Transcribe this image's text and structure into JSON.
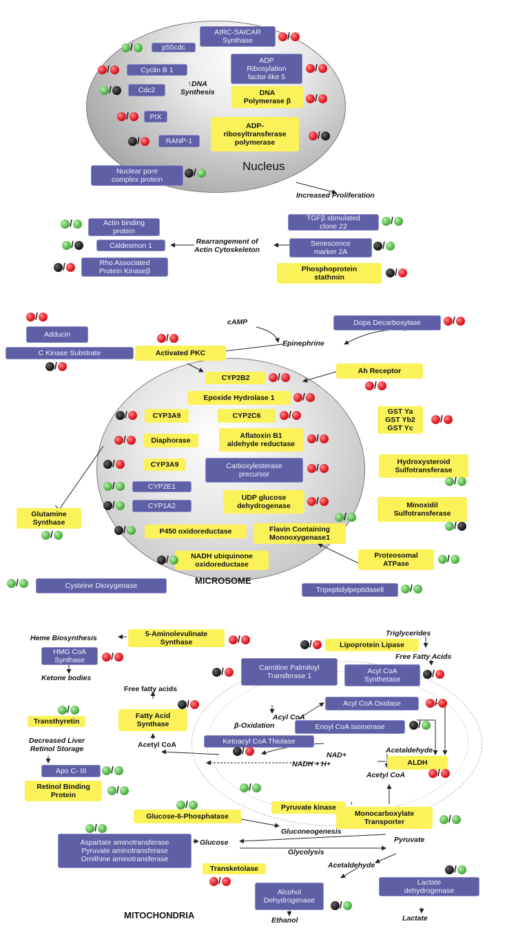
{
  "colors": {
    "red": "#e01a24",
    "green": "#56b84a",
    "black": "#1a1a1a",
    "purple": "#5f5fa6",
    "yellow": "#fbf25a"
  },
  "titles": {
    "nucleus": "Nucleus",
    "microsome": "MICROSOME",
    "mitochondria": "MITOCHONDRIA"
  },
  "boxes": [
    {
      "id": "aicar",
      "text": "AIRC-SAICAR\nSynthase",
      "style": "purple",
      "dots": [
        "red",
        "red"
      ]
    },
    {
      "id": "p55cdc",
      "text": "p55cdc",
      "style": "purple",
      "dots": [
        "green",
        "green"
      ]
    },
    {
      "id": "adprf",
      "text": "ADP\nRibosylation\nfactor-like 5",
      "style": "purple",
      "dots": [
        "red",
        "red"
      ]
    },
    {
      "id": "cyclinb1",
      "text": "Cyclin B 1",
      "style": "purple",
      "dots": [
        "red",
        "red"
      ]
    },
    {
      "id": "cdc2",
      "text": "Cdc2",
      "style": "purple",
      "dots": [
        "green",
        "black"
      ]
    },
    {
      "id": "dnapol",
      "text": "DNA\nPolymerase β",
      "style": "yellow",
      "dots": [
        "red",
        "red"
      ]
    },
    {
      "id": "pix",
      "text": "PIX",
      "style": "purple",
      "dots": [
        "red",
        "red"
      ]
    },
    {
      "id": "adprt",
      "text": "ADP-\nribosyltransferase\npolymerase",
      "style": "yellow",
      "dots": [
        "red",
        "black"
      ]
    },
    {
      "id": "ranp1",
      "text": "RANP-1",
      "style": "purple",
      "dots": [
        "black",
        "red"
      ]
    },
    {
      "id": "npcp",
      "text": "Nuclear pore\ncomplex protein",
      "style": "purple",
      "dots": [
        "black",
        "green"
      ]
    },
    {
      "id": "actinbp",
      "text": "Actin binding\nprotein",
      "style": "purple",
      "dots": [
        "green",
        "green"
      ]
    },
    {
      "id": "tgf",
      "text": "TGFβ stimulated\nclone 22",
      "style": "purple",
      "dots": [
        "green",
        "green"
      ]
    },
    {
      "id": "caldesmon",
      "text": "Caldesmon 1",
      "style": "purple",
      "dots": [
        "green",
        "black"
      ]
    },
    {
      "id": "senescence",
      "text": "Senescence\nmarker 2A",
      "style": "purple",
      "dots": [
        "black",
        "green"
      ]
    },
    {
      "id": "rhoak",
      "text": "Rho Associated\nProtein Kinaseβ",
      "style": "purple",
      "dots": [
        "black",
        "red"
      ]
    },
    {
      "id": "stathmin",
      "text": "Phosphoprotein\nstathmin",
      "style": "yellow",
      "dots": [
        "black",
        "red"
      ]
    },
    {
      "id": "adducin",
      "text": "Adducin",
      "style": "purple",
      "dots": [
        "red",
        "red"
      ]
    },
    {
      "id": "dopa",
      "text": "Dopa Decarboxylase",
      "style": "purple",
      "dots": [
        "red",
        "red"
      ]
    },
    {
      "id": "cks",
      "text": "C Kinase Substrate",
      "style": "purple",
      "dots": [
        "black",
        "red"
      ]
    },
    {
      "id": "apkc",
      "text": "Activated PKC",
      "style": "yellow",
      "dots": [
        "red",
        "red"
      ]
    },
    {
      "id": "ahr",
      "text": "Ah Receptor",
      "style": "yellow",
      "dots": [
        "red",
        "red"
      ]
    },
    {
      "id": "cyp2b2",
      "text": "CYP2B2",
      "style": "yellow",
      "dots": [
        "red",
        "red"
      ]
    },
    {
      "id": "eh1",
      "text": "Epoxide Hydrolase 1",
      "style": "yellow",
      "dots": [
        "red",
        "red"
      ]
    },
    {
      "id": "cyp3a9a",
      "text": "CYP3A9",
      "style": "yellow",
      "dots": [
        "black",
        "red"
      ]
    },
    {
      "id": "cyp2c6",
      "text": "CYP2C6",
      "style": "yellow",
      "dots": [
        "red",
        "red"
      ]
    },
    {
      "id": "gst",
      "text": "GST Ya\nGST Yb2\nGST Yc",
      "style": "yellow",
      "dots": [
        "red",
        "red"
      ]
    },
    {
      "id": "diaphorase",
      "text": "Diaphorase",
      "style": "yellow",
      "dots": [
        "red",
        "red"
      ]
    },
    {
      "id": "afb1",
      "text": "Aflatoxin B1\naldehyde reductase",
      "style": "yellow",
      "dots": [
        "red",
        "red"
      ]
    },
    {
      "id": "cyp3a9b",
      "text": "CYP3A9",
      "style": "yellow",
      "dots": [
        "black",
        "red"
      ]
    },
    {
      "id": "carboxyl",
      "text": "Carboxylesterase\nprecursor",
      "style": "purple",
      "dots": [
        "red",
        "red"
      ]
    },
    {
      "id": "hsst",
      "text": "Hydroxysteroid\nSulfotransferase",
      "style": "yellow",
      "dots": [
        "green",
        "green"
      ]
    },
    {
      "id": "cyp2e1",
      "text": "CYP2E1",
      "style": "purple",
      "dots": [
        "green",
        "green"
      ]
    },
    {
      "id": "udpgd",
      "text": "UDP glucose\ndehydrogenase",
      "style": "yellow",
      "dots": [
        "red",
        "red"
      ]
    },
    {
      "id": "cyp1a2",
      "text": "CYP1A2",
      "style": "purple",
      "dots": [
        "black",
        "green"
      ]
    },
    {
      "id": "glns",
      "text": "Glutamine\nSynthase",
      "style": "yellow",
      "dots": [
        "green",
        "green"
      ]
    },
    {
      "id": "minox",
      "text": "Minoxidil\nSulfotransferase",
      "style": "yellow",
      "dots": [
        "green",
        "black"
      ]
    },
    {
      "id": "p450",
      "text": "P450 oxidoreductase",
      "style": "yellow",
      "dots": [
        "black",
        "green"
      ]
    },
    {
      "id": "fmo1",
      "text": "Flavin Containing\nMonooxygenase1",
      "style": "yellow",
      "dots": [
        "green",
        "green"
      ]
    },
    {
      "id": "nadhub",
      "text": "NADH ubiquinone\noxidoreductase",
      "style": "yellow",
      "dots": [
        "black",
        "green"
      ]
    },
    {
      "id": "proteo",
      "text": "Proteosomal\nATPase",
      "style": "yellow",
      "dots": [
        "green",
        "green"
      ]
    },
    {
      "id": "cysdiox",
      "text": "Cysteine Dioxygenase",
      "style": "purple",
      "dots": [
        "green",
        "green"
      ]
    },
    {
      "id": "tripep",
      "text": "Tripeptidylpeptidasell",
      "style": "purple",
      "dots": [
        "green",
        "green"
      ]
    },
    {
      "id": "ala",
      "text": "5-Aminolevulinate\nSynthase",
      "style": "yellow",
      "dots": [
        "red",
        "red"
      ]
    },
    {
      "id": "hmgcoa",
      "text": "HMG CoA\nSynthase",
      "style": "purple",
      "dots": [
        "red",
        "red"
      ]
    },
    {
      "id": "lpl",
      "text": "Lipoprotein Lipase",
      "style": "yellow",
      "dots": [
        "black",
        "red"
      ]
    },
    {
      "id": "cpt1",
      "text": "Carnitine Palmitoyl\nTransferase 1",
      "style": "purple",
      "dots": [
        "black",
        "red"
      ]
    },
    {
      "id": "acs",
      "text": "Acyl CoA\nSynthetase",
      "style": "purple",
      "dots": [
        "black",
        "red"
      ]
    },
    {
      "id": "fas",
      "text": "Fatty Acid\nSynthase",
      "style": "yellow",
      "dots": [
        "black",
        "red"
      ]
    },
    {
      "id": "ttr",
      "text": "Transthyretin",
      "style": "yellow",
      "dots": [
        "green",
        "green"
      ]
    },
    {
      "id": "aco",
      "text": "Acyl CoA Oxidase",
      "style": "purple",
      "dots": [
        "red",
        "red"
      ]
    },
    {
      "id": "enoyl",
      "text": "Enoyl CoA Isomerase",
      "style": "purple",
      "dots": [
        "black",
        "green"
      ]
    },
    {
      "id": "ketoacyl",
      "text": "Ketoacyl CoA Thiolase",
      "style": "purple",
      "dots": [
        "black",
        "red"
      ]
    },
    {
      "id": "aldh",
      "text": "ALDH",
      "style": "yellow",
      "dots": [
        "red",
        "red"
      ]
    },
    {
      "id": "apoc3",
      "text": "Apo C- III",
      "style": "purple",
      "dots": [
        "green",
        "green"
      ]
    },
    {
      "id": "rbp",
      "text": "Retinol Binding\nProtein",
      "style": "yellow",
      "dots": [
        "green",
        "green"
      ]
    },
    {
      "id": "pk",
      "text": "Pyruvate kinase",
      "style": "yellow",
      "dots": [
        "green",
        "green"
      ]
    },
    {
      "id": "g6p",
      "text": "Glucose-6-Phosphatase",
      "style": "yellow",
      "dots": [
        "green",
        "green"
      ]
    },
    {
      "id": "mct",
      "text": "Monocarboxylate\nTransporter",
      "style": "yellow",
      "dots": [
        "green",
        "green"
      ]
    },
    {
      "id": "amino",
      "text": "Aspartate aminotransferase\nPyruvate aminotransferase\nOrnithine aminotransferase",
      "style": "purple",
      "dots": [
        "green",
        "green"
      ]
    },
    {
      "id": "tk",
      "text": "Transketolase",
      "style": "yellow",
      "dots": [
        "red",
        "red"
      ]
    },
    {
      "id": "ldh",
      "text": "Lactate\ndehydrogenase",
      "style": "purple",
      "dots": [
        "black",
        "green"
      ]
    },
    {
      "id": "adh",
      "text": "Alcohol\nDehydrogenase",
      "style": "purple",
      "dots": [
        "black",
        "green"
      ]
    }
  ],
  "labels": [
    {
      "id": "dnasynth",
      "text": "↑DNA\nSynthesis"
    },
    {
      "id": "prolif",
      "text": "Increased Proliferation"
    },
    {
      "id": "actinrearr",
      "text": "Rearrangement of\nActin Cytoskeleton"
    },
    {
      "id": "camp",
      "text": "cAMP"
    },
    {
      "id": "epi",
      "text": "Epinephrine"
    },
    {
      "id": "hemebio",
      "text": "Heme Biosynthesis"
    },
    {
      "id": "trig",
      "text": "Triglycerides"
    },
    {
      "id": "ffa1",
      "text": "Free Fatty Acids"
    },
    {
      "id": "ketone",
      "text": "Ketone bodies"
    },
    {
      "id": "ffa2",
      "text": "Free fatty acids"
    },
    {
      "id": "acylcoa",
      "text": "Acyl CoA"
    },
    {
      "id": "betaox",
      "text": "β-Oxidation"
    },
    {
      "id": "acetylcoa1",
      "text": "Acetyl CoA"
    },
    {
      "id": "decliver",
      "text": "Decreased Liver\nRetinol Storage"
    },
    {
      "id": "acetaldehyde1",
      "text": "Acetaldehyde"
    },
    {
      "id": "nadplus",
      "text": "NAD+"
    },
    {
      "id": "nadh",
      "text": "NADH + H+"
    },
    {
      "id": "acetylcoa2",
      "text": "Acetyl CoA"
    },
    {
      "id": "gluconeo",
      "text": "Gluconeogenesis"
    },
    {
      "id": "glucose",
      "text": "Glucose"
    },
    {
      "id": "pyruvate",
      "text": "Pyruvate"
    },
    {
      "id": "glycolysis",
      "text": "Glycolysis"
    },
    {
      "id": "acetaldehyde2",
      "text": "Acetaldehyde"
    },
    {
      "id": "ethanol",
      "text": "Ethanol"
    },
    {
      "id": "lactate",
      "text": "Lactate"
    }
  ]
}
